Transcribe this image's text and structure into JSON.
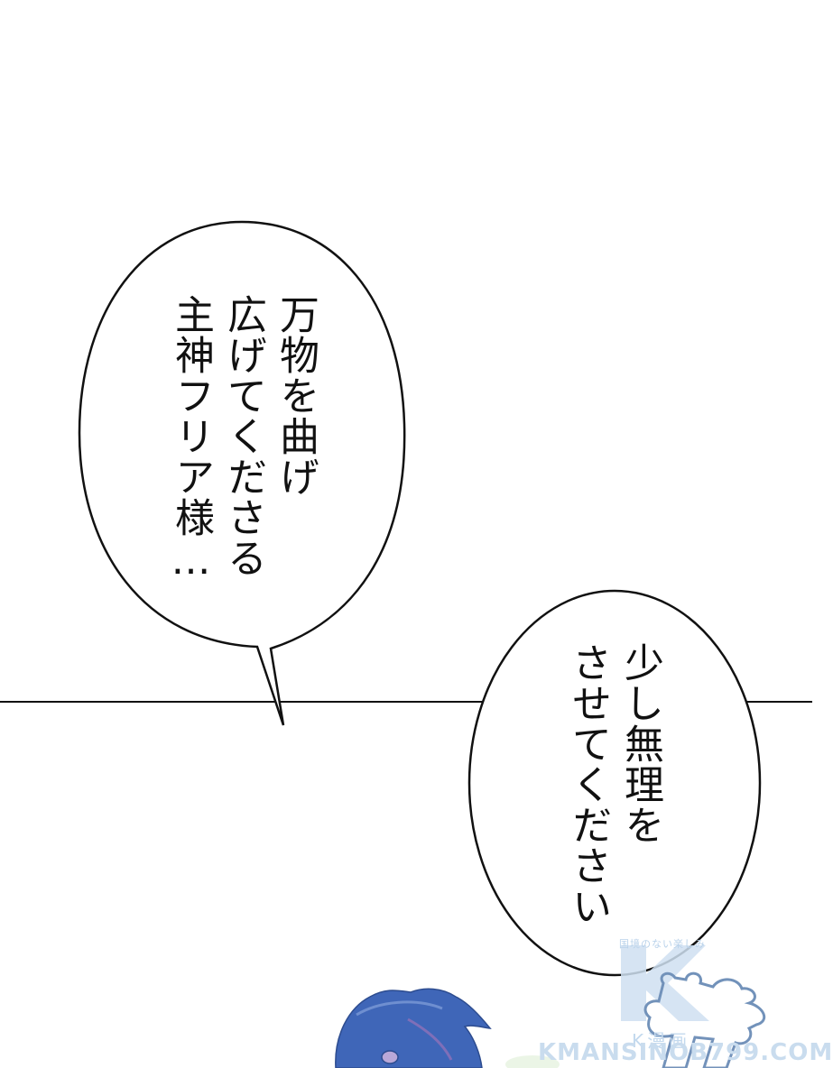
{
  "panel": {
    "background": "#ffffff",
    "divider_color": "#111111"
  },
  "bubbles": [
    {
      "id": "bubble-1",
      "text": "万物を曲げ\n広げてくださる\n主神フリア様…"
    },
    {
      "id": "bubble-2",
      "text": "少し無理を\nさせてください"
    }
  ],
  "watermark": {
    "tagline": "国境のない楽しみ",
    "name": "K漫画",
    "url": "KMANSINOB799.COM",
    "color": "#b9d2ea"
  },
  "character": {
    "hair_color": "#3f66b8"
  }
}
